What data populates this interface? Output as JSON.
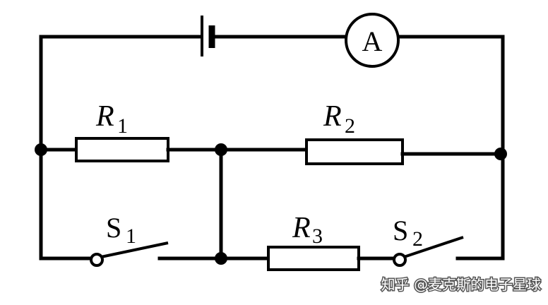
{
  "labels": {
    "r1": "R",
    "r1_sub": "1",
    "r2": "R",
    "r2_sub": "2",
    "r3": "R",
    "r3_sub": "3",
    "s1": "S",
    "s1_sub": "1",
    "s2": "S",
    "s2_sub": "2",
    "ammeter": "A"
  },
  "watermark": "知乎 @麦克斯的电子星球"
}
